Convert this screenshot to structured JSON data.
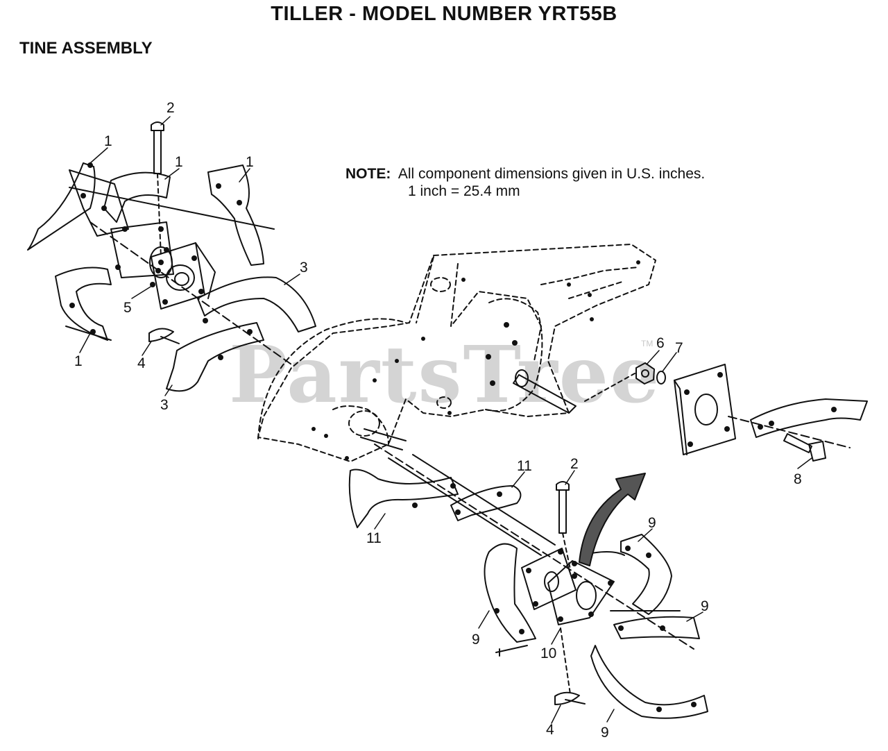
{
  "title": "TILLER - MODEL NUMBER YRT55B",
  "subtitle": "TINE ASSEMBLY",
  "note": {
    "label": "NOTE:",
    "line1": "All component dimensions given in U.S. inches.",
    "line2": "1 inch = 25.4 mm"
  },
  "watermark": {
    "text": "PartsTree",
    "trademark": "TM"
  },
  "callouts": [
    {
      "id": "c1a",
      "text": "1"
    },
    {
      "id": "c1b",
      "text": "1"
    },
    {
      "id": "c1c",
      "text": "1"
    },
    {
      "id": "c1d",
      "text": "1"
    },
    {
      "id": "c2a",
      "text": "2"
    },
    {
      "id": "c2b",
      "text": "2"
    },
    {
      "id": "c3a",
      "text": "3"
    },
    {
      "id": "c3b",
      "text": "3"
    },
    {
      "id": "c4a",
      "text": "4"
    },
    {
      "id": "c4b",
      "text": "4"
    },
    {
      "id": "c5",
      "text": "5"
    },
    {
      "id": "c6",
      "text": "6"
    },
    {
      "id": "c7",
      "text": "7"
    },
    {
      "id": "c8",
      "text": "8"
    },
    {
      "id": "c9a",
      "text": "9"
    },
    {
      "id": "c9b",
      "text": "9"
    },
    {
      "id": "c9c",
      "text": "9"
    },
    {
      "id": "c9d",
      "text": "9"
    },
    {
      "id": "c10",
      "text": "10"
    },
    {
      "id": "c11a",
      "text": "11"
    },
    {
      "id": "c11b",
      "text": "11"
    }
  ]
}
